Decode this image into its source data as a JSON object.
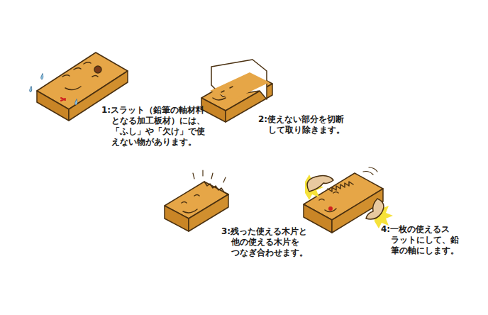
{
  "diagram": {
    "labels": [
      "1:スラット（鉛筆の軸材料 となる加工板材）には、 「ふし」や「欠け」で使 えない物があります。",
      "2:使えない部分を切断 して取り除きます。",
      "3:残った使える木片と 他の使える木片を つなぎ合わせます。",
      "4:一枚の使えるス ラットにして、鉛 筆の軸にします。"
    ]
  }
}
